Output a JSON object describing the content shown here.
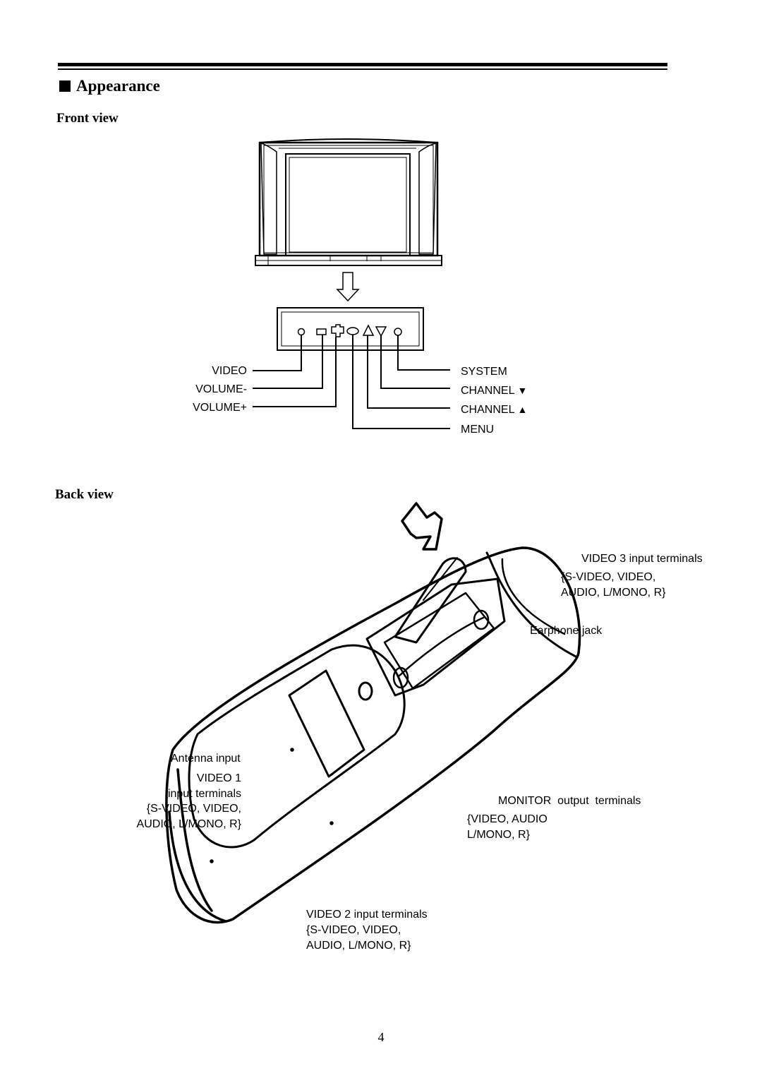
{
  "header": {
    "title": "Appearance"
  },
  "front_view": {
    "heading": "Front view",
    "labels_left": {
      "video": "VIDEO",
      "volume_minus": "VOLUME-",
      "volume_plus": "VOLUME+"
    },
    "labels_right": {
      "system": "SYSTEM",
      "channel_down": "CHANNEL",
      "channel_up": "CHANNEL",
      "menu": "MENU"
    },
    "symbols": {
      "down_triangle": "▼",
      "up_triangle": "▲"
    }
  },
  "back_view": {
    "heading": "Back view",
    "video3": {
      "line1": "VIDEO 3 input terminals",
      "line2": "{S-VIDEO, VIDEO,",
      "line3": "AUDIO, L/MONO, R}"
    },
    "earphone": "Earphone jack",
    "antenna": "Antenna input",
    "video1": {
      "line1": "VIDEO 1",
      "line2": "input terminals",
      "line3": "{S-VIDEO, VIDEO,",
      "line4": "AUDIO, L/MONO, R}"
    },
    "monitor": {
      "line1": "MONITOR  output  terminals",
      "line2": "{VIDEO, AUDIO",
      "line3": "L/MONO, R}"
    },
    "video2": {
      "line1": "VIDEO 2 input terminals",
      "line2": "{S-VIDEO, VIDEO,",
      "line3": "AUDIO, L/MONO, R}"
    }
  },
  "footer": {
    "page_number": "4"
  }
}
